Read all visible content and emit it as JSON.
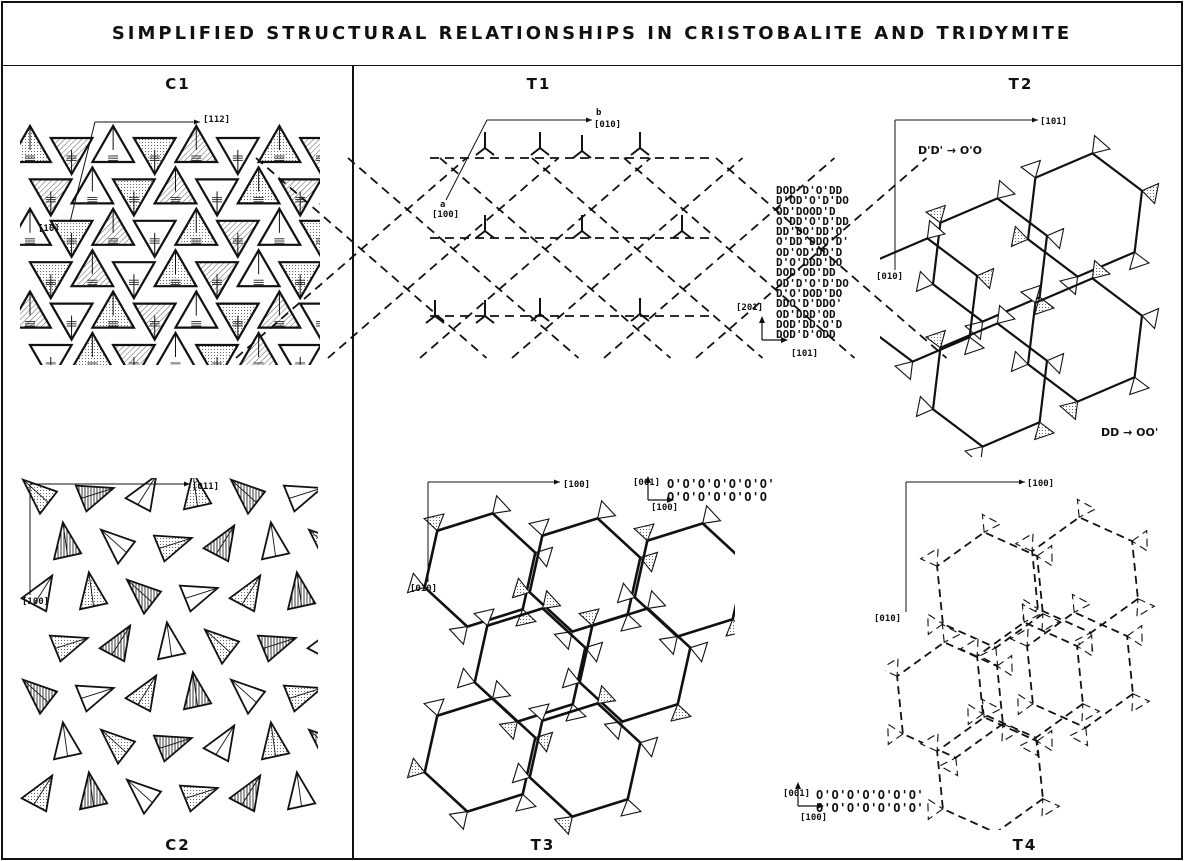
{
  "figure": {
    "title": "SIMPLIFIED STRUCTURAL RELATIONSHIPS IN CRISTOBALITE AND TRIDYMITE",
    "panels": {
      "C1": {
        "label": "C1",
        "axis_h": "[112]",
        "axis_v": "[1̅0]"
      },
      "C2": {
        "label": "C2",
        "axis_h": "[011]",
        "axis_v": "[100]"
      },
      "T1": {
        "label": "T1",
        "axis_h": "[010]",
        "axis_h_mark": "b",
        "axis_v": "[100]",
        "axis_v_mark": "a",
        "stack_rows": [
          "DOD'D'O'DD",
          "D'OD'O'D'DO",
          "OD'DOOD'D",
          "O'DD'O'D'DD",
          "DD'DO'DD'O",
          "O'DD'DDO'D'",
          "OD'OD'DD'D",
          "D'O'DDD'DO",
          "DOD'OD'DD",
          "OD'D'O'D'DO",
          "D'O'DOD'DO",
          "DDO'D'DDO'",
          "OD'DDD'OD",
          "DOD'DD'O'D",
          "DOD'D'ODD"
        ],
        "stack_axis_v": "[201]",
        "stack_axis_h": "[101]"
      },
      "T2": {
        "label": "T2",
        "axis_h": "[101]",
        "axis_v": "[010]",
        "note_top": "D'D' → O'O",
        "note_bottom": "DD → OO'"
      },
      "T3": {
        "label": "T3",
        "axis_h": "[100]",
        "axis_v": "[010]",
        "stack_axis_v": "[001]",
        "stack_axis_h": "[100]",
        "stack_rows": [
          "O'O'O'O'O'O'O'",
          "O'O'O'O'O'O'O"
        ]
      },
      "T4": {
        "label": "T4",
        "axis_h": "[100]",
        "axis_v": "[010]",
        "stack_axis_v": "[001]",
        "stack_axis_h": "[100]",
        "stack_rows": [
          "O'O'O'O'O'O'O'",
          "O'O'O'O'O'O'O'"
        ]
      }
    }
  }
}
